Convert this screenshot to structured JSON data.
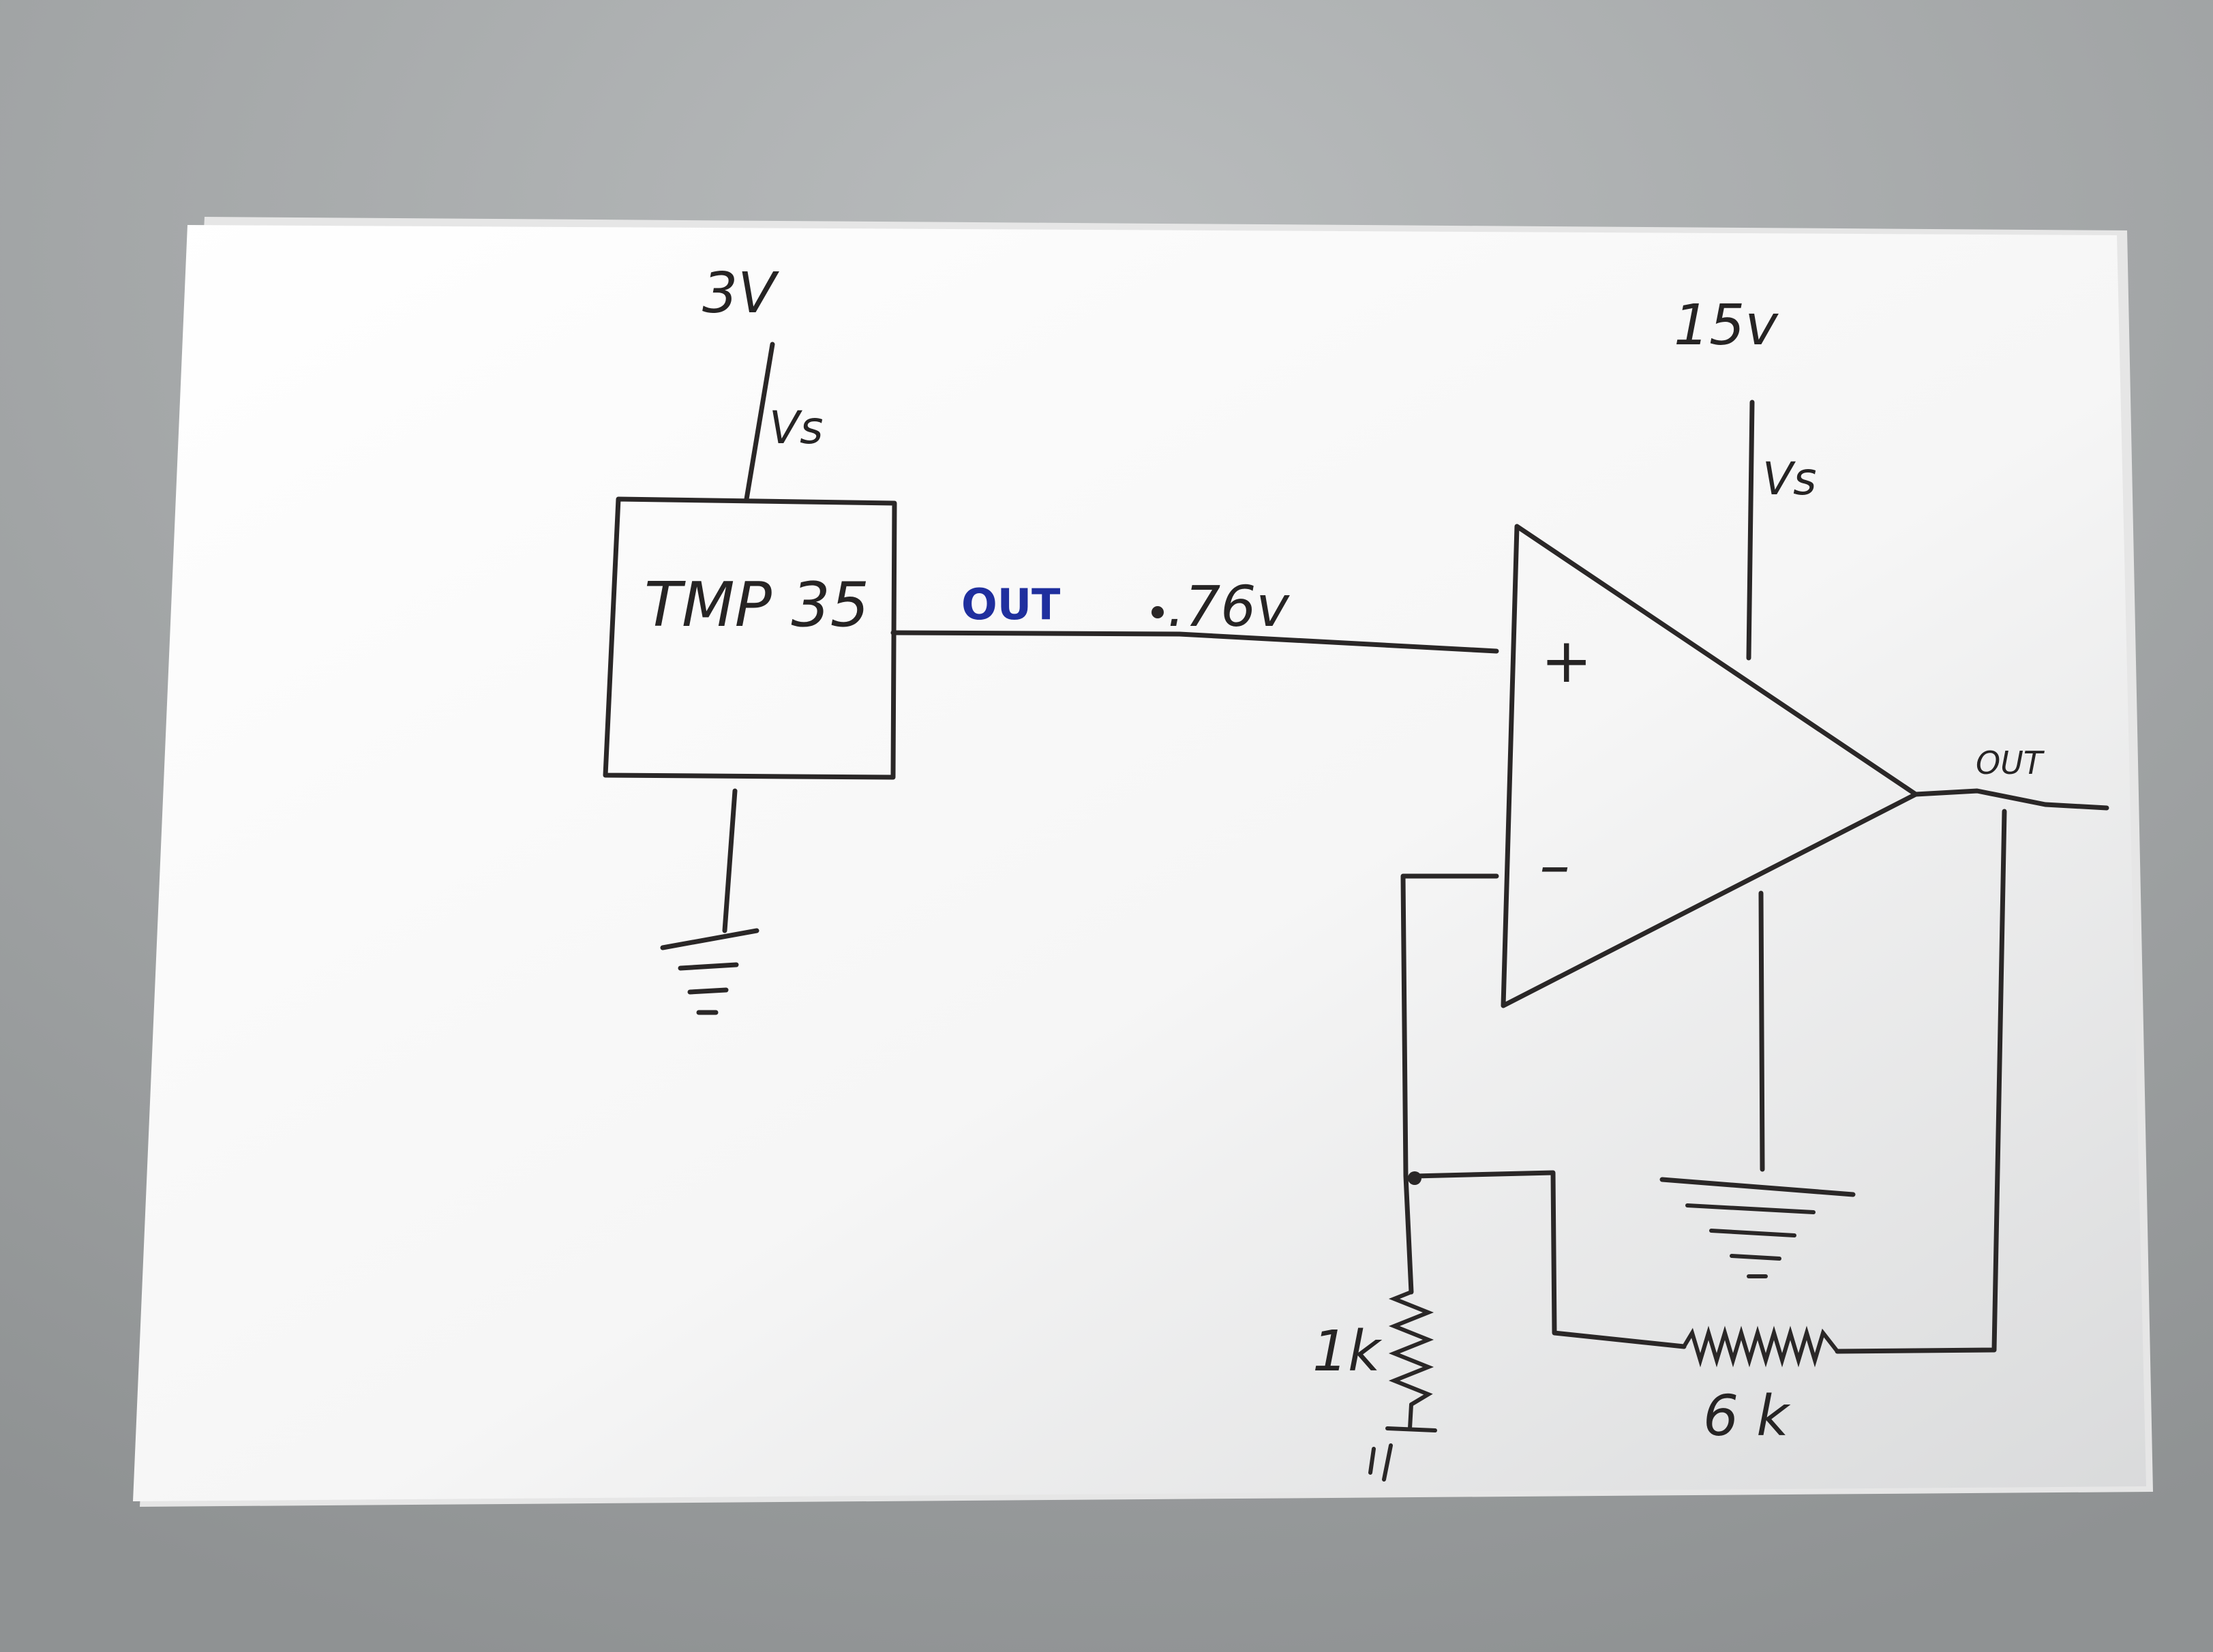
{
  "diagram": {
    "sensor": {
      "label": "TMP 35",
      "supply_voltage": "3V",
      "supply_pin": "Vs"
    },
    "sensor_output": {
      "label": "OUT",
      "label_color": "#1f2f9e",
      "voltage": ".76v"
    },
    "opamp": {
      "supply_voltage": "15v",
      "supply_pin": "Vs",
      "plus": "+",
      "minus": "–",
      "output": "OUT"
    },
    "resistor_ground": "1k",
    "resistor_feedback": "6 k"
  },
  "colors": {
    "paper": "#fbfbfb",
    "background": "#a9acad",
    "ink": "#2a2727",
    "blue_ink": "#1f2f9e"
  }
}
